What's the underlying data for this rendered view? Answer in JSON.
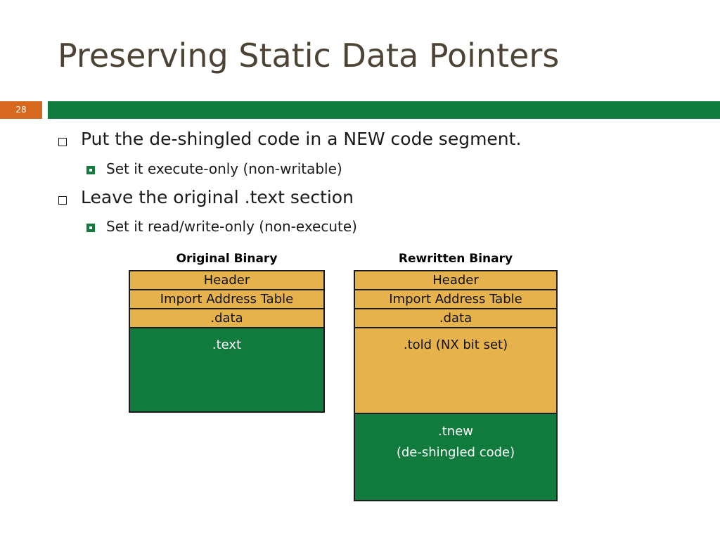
{
  "slide": {
    "title": "Preserving Static Data Pointers",
    "page_number": "28"
  },
  "bullets": [
    {
      "text": "Put the de-shingled code in a NEW code segment.",
      "sub": "Set it execute-only (non-writable)"
    },
    {
      "text": "Leave the original .text section",
      "sub": "Set it read/write-only (non-execute)"
    }
  ],
  "diagram": {
    "original": {
      "label": "Original Binary",
      "segments": [
        "Header",
        "Import Address Table",
        ".data",
        ".text"
      ]
    },
    "rewritten": {
      "label": "Rewritten Binary",
      "segments": [
        "Header",
        "Import Address Table",
        ".data",
        ".told (NX bit set)"
      ],
      "new_segment_line1": ".tnew",
      "new_segment_line2": "(de-shingled code)"
    }
  },
  "colors": {
    "title": "#4e4436",
    "badge": "#d7691e",
    "rule": "#117a3d",
    "data_sections": "#e5b24c",
    "code_sections": "#117a3d"
  }
}
